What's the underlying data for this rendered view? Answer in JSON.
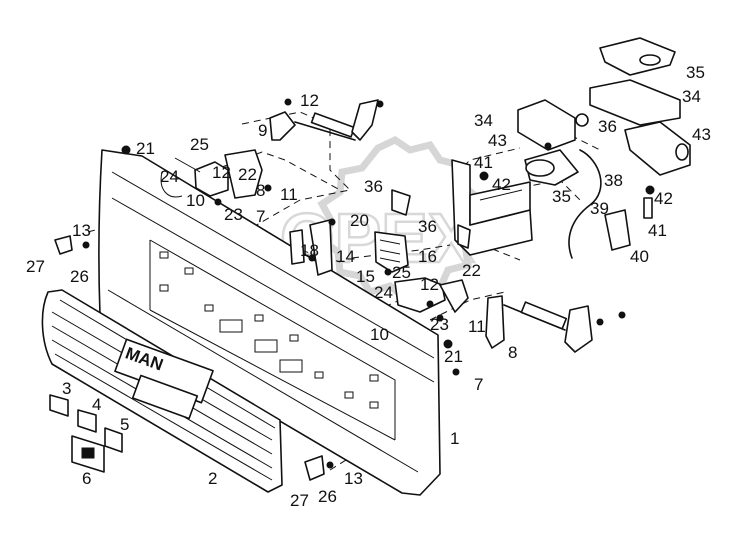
{
  "logo_text": "MAN",
  "watermark_text": "OPEX",
  "callouts": [
    {
      "id": "c1",
      "text": "1"
    },
    {
      "id": "c2",
      "text": "2"
    },
    {
      "id": "c3",
      "text": "3"
    },
    {
      "id": "c4",
      "text": "4"
    },
    {
      "id": "c5",
      "text": "5"
    },
    {
      "id": "c6",
      "text": "6"
    },
    {
      "id": "c7a",
      "text": "7"
    },
    {
      "id": "c7b",
      "text": "7"
    },
    {
      "id": "c8a",
      "text": "8"
    },
    {
      "id": "c8b",
      "text": "8"
    },
    {
      "id": "c9",
      "text": "9"
    },
    {
      "id": "c10a",
      "text": "10"
    },
    {
      "id": "c10b",
      "text": "10"
    },
    {
      "id": "c11a",
      "text": "11"
    },
    {
      "id": "c11b",
      "text": "11"
    },
    {
      "id": "c12a",
      "text": "12"
    },
    {
      "id": "c12b",
      "text": "12"
    },
    {
      "id": "c12c",
      "text": "12"
    },
    {
      "id": "c13a",
      "text": "13"
    },
    {
      "id": "c13b",
      "text": "13"
    },
    {
      "id": "c14",
      "text": "14"
    },
    {
      "id": "c15",
      "text": "15"
    },
    {
      "id": "c16",
      "text": "16"
    },
    {
      "id": "c18",
      "text": "18"
    },
    {
      "id": "c20",
      "text": "20"
    },
    {
      "id": "c21a",
      "text": "21"
    },
    {
      "id": "c21b",
      "text": "21"
    },
    {
      "id": "c22a",
      "text": "22"
    },
    {
      "id": "c22b",
      "text": "22"
    },
    {
      "id": "c23a",
      "text": "23"
    },
    {
      "id": "c23b",
      "text": "23"
    },
    {
      "id": "c24a",
      "text": "24"
    },
    {
      "id": "c24b",
      "text": "24"
    },
    {
      "id": "c25a",
      "text": "25"
    },
    {
      "id": "c25b",
      "text": "25"
    },
    {
      "id": "c26a",
      "text": "26"
    },
    {
      "id": "c26b",
      "text": "26"
    },
    {
      "id": "c27a",
      "text": "27"
    },
    {
      "id": "c27b",
      "text": "27"
    },
    {
      "id": "c34a",
      "text": "34"
    },
    {
      "id": "c34b",
      "text": "34"
    },
    {
      "id": "c35a",
      "text": "35"
    },
    {
      "id": "c35b",
      "text": "35"
    },
    {
      "id": "c36a",
      "text": "36"
    },
    {
      "id": "c36b",
      "text": "36"
    },
    {
      "id": "c36c",
      "text": "36"
    },
    {
      "id": "c38",
      "text": "38"
    },
    {
      "id": "c39",
      "text": "39"
    },
    {
      "id": "c40",
      "text": "40"
    },
    {
      "id": "c41a",
      "text": "41"
    },
    {
      "id": "c41b",
      "text": "41"
    },
    {
      "id": "c42a",
      "text": "42"
    },
    {
      "id": "c42b",
      "text": "42"
    },
    {
      "id": "c43a",
      "text": "43"
    },
    {
      "id": "c43b",
      "text": "43"
    }
  ]
}
